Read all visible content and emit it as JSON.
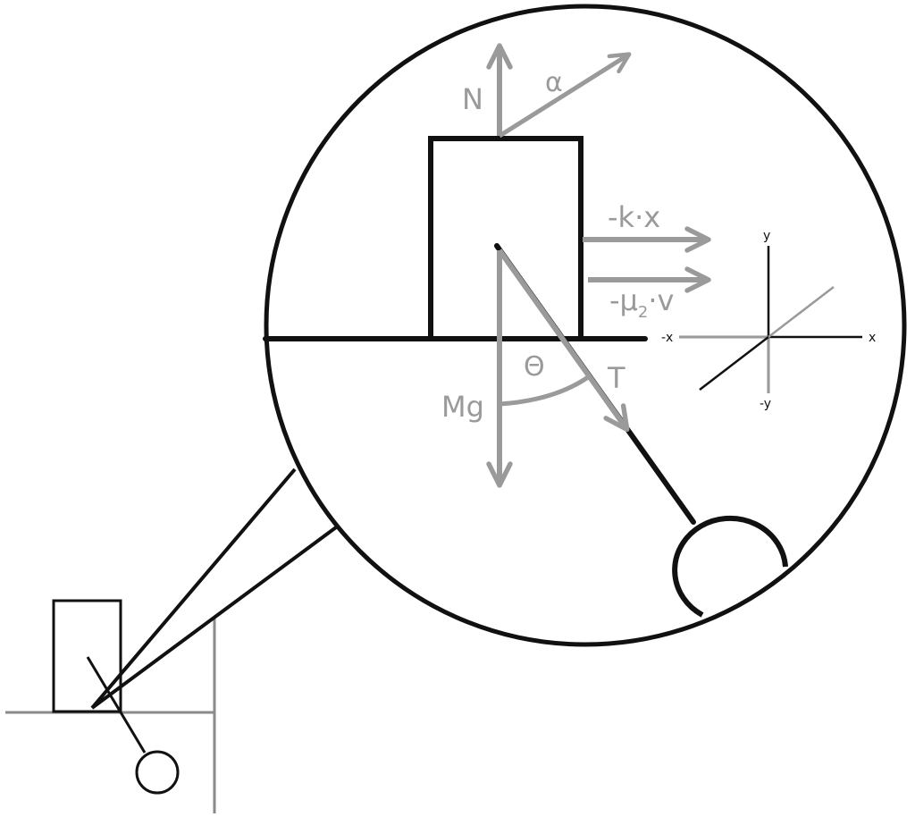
{
  "forces": {
    "normal": "N",
    "applied_angle": "α",
    "spring": "-k·x",
    "friction_prefix": "-μ",
    "friction_subscript": "2",
    "friction_suffix": "·v",
    "weight": "Mg",
    "tension": "T",
    "angle": "Θ"
  },
  "axes": {
    "pos_y": "y",
    "neg_y": "-y",
    "pos_x": "x",
    "neg_x": "-x"
  },
  "colors": {
    "outline": "#111111",
    "force_arrow": "#9a9a9a",
    "background": "#ffffff"
  }
}
